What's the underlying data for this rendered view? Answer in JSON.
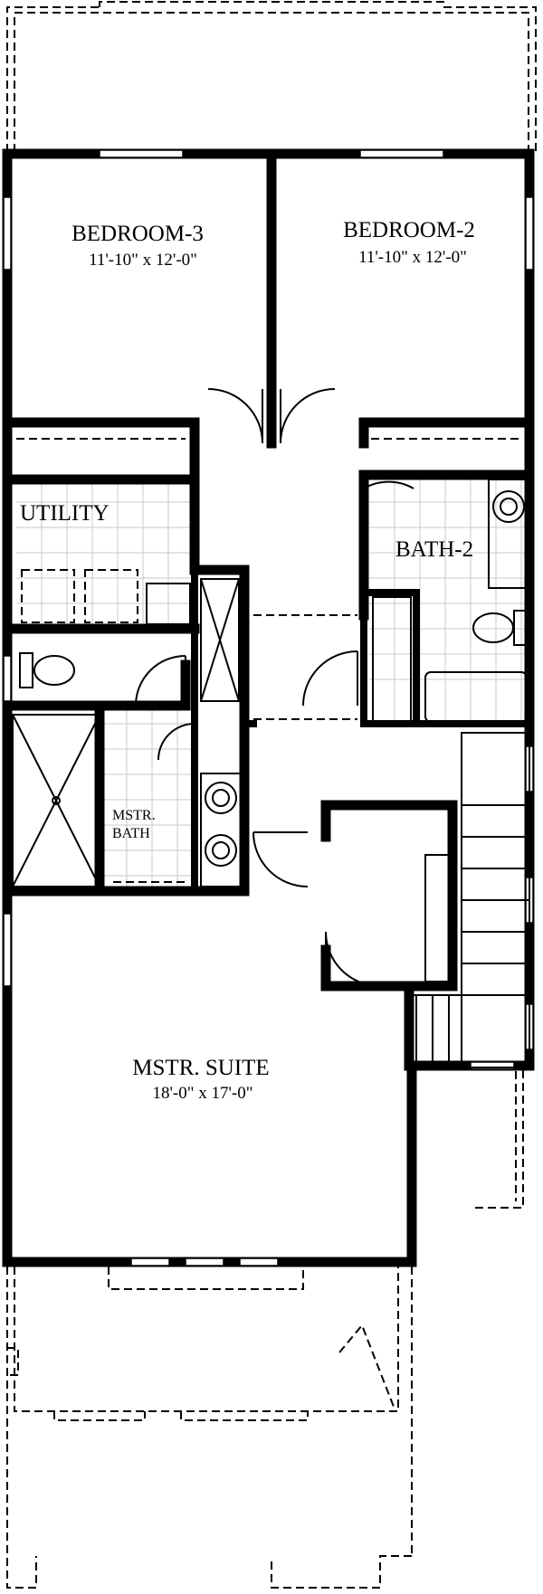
{
  "rooms": {
    "bedroom3": {
      "name": "BEDROOM-3",
      "size": "11'-10\" x 12'-0\""
    },
    "bedroom2": {
      "name": "BEDROOM-2",
      "size": "11'-10\" x 12'-0\""
    },
    "utility": {
      "name": "UTILITY"
    },
    "bath2": {
      "name": "BATH-2"
    },
    "mstr_bath": {
      "line1": "MSTR.",
      "line2": "BATH"
    },
    "mstr_suite": {
      "name": "MSTR. SUITE",
      "size": "18'-0\" x 17'-0\""
    }
  },
  "colors": {
    "wall": "#000000",
    "background": "#ffffff",
    "tile": "#c8c8c8"
  }
}
